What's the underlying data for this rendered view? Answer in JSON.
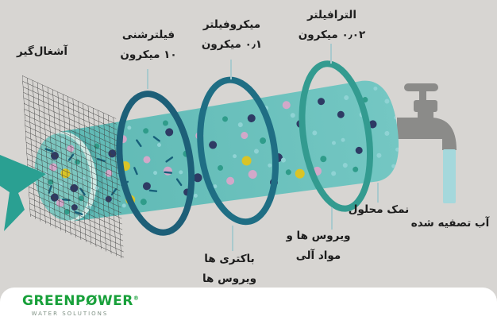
{
  "labels": {
    "trash_screen": "آشغال‌گیر",
    "sand_filter": {
      "name": "فیلترشنی",
      "size": "۱۰ میکرون"
    },
    "microfilter": {
      "name": "میکروفیلتر",
      "size": "۰٫۱ میکرون"
    },
    "ultrafilter": {
      "name": "الترافیلتر",
      "size": "۰٫۰۲ میکرون"
    },
    "bacteria": {
      "line1": "باکتری ها",
      "line2": "ویروس ها"
    },
    "viruses_organics": {
      "line1": "ویروس ها و",
      "line2": "مواد آلی"
    },
    "dissolved_salt": "نمک محلول",
    "purified_water": "آب تصفیه شده"
  },
  "logo": {
    "brand_pre": "GREENP",
    "brand_o": "Ø",
    "brand_post": "WER",
    "registered": "®",
    "tagline": "WATER SOLUTIONS"
  },
  "colors": {
    "canvas_bg": "#d7d5d2",
    "footer_bg": "#ffffff",
    "text": "#1d1d1d",
    "cylinder_left": "#5fb9b4",
    "cylinder_right": "#74c7c3",
    "face": "#7cc6bf",
    "face_rim": "#55afab",
    "face_highlight": "#cfe9e4",
    "ring1": "#1d5f78",
    "ring2": "#1f6e84",
    "ring3": "#339b90",
    "mesh_line": "#3e3e3e",
    "arrow": "#2aa092",
    "dot_navy": "#2e3a64",
    "dot_pink": "#d2a8c9",
    "dot_yellow": "#d9c427",
    "dot_green": "#2f9c8a",
    "dot_light": "#8fd3d4",
    "bacteria_dash": "#17607a",
    "faucet": "#8b8b89",
    "water": "#a5d8dc",
    "leader": "#a9c9cd",
    "brand_green": "#18a03a",
    "tagline_gray": "#7f9184"
  }
}
